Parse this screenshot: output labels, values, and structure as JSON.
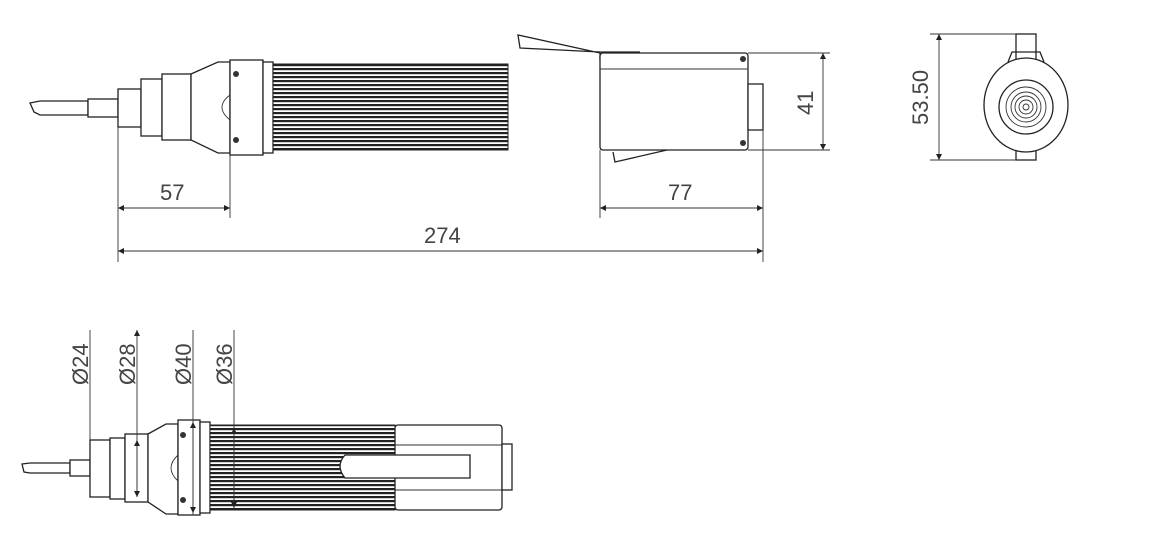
{
  "drawing": {
    "side_view": {
      "dimensions": {
        "front_length": "57",
        "rear_length": "77",
        "total_length": "274",
        "height": "41"
      }
    },
    "end_view": {
      "dimensions": {
        "height": "53.50"
      }
    },
    "top_view": {
      "dimensions": {
        "d1": "Ø24",
        "d2": "Ø28",
        "d3": "Ø40",
        "d4": "Ø36"
      }
    }
  }
}
